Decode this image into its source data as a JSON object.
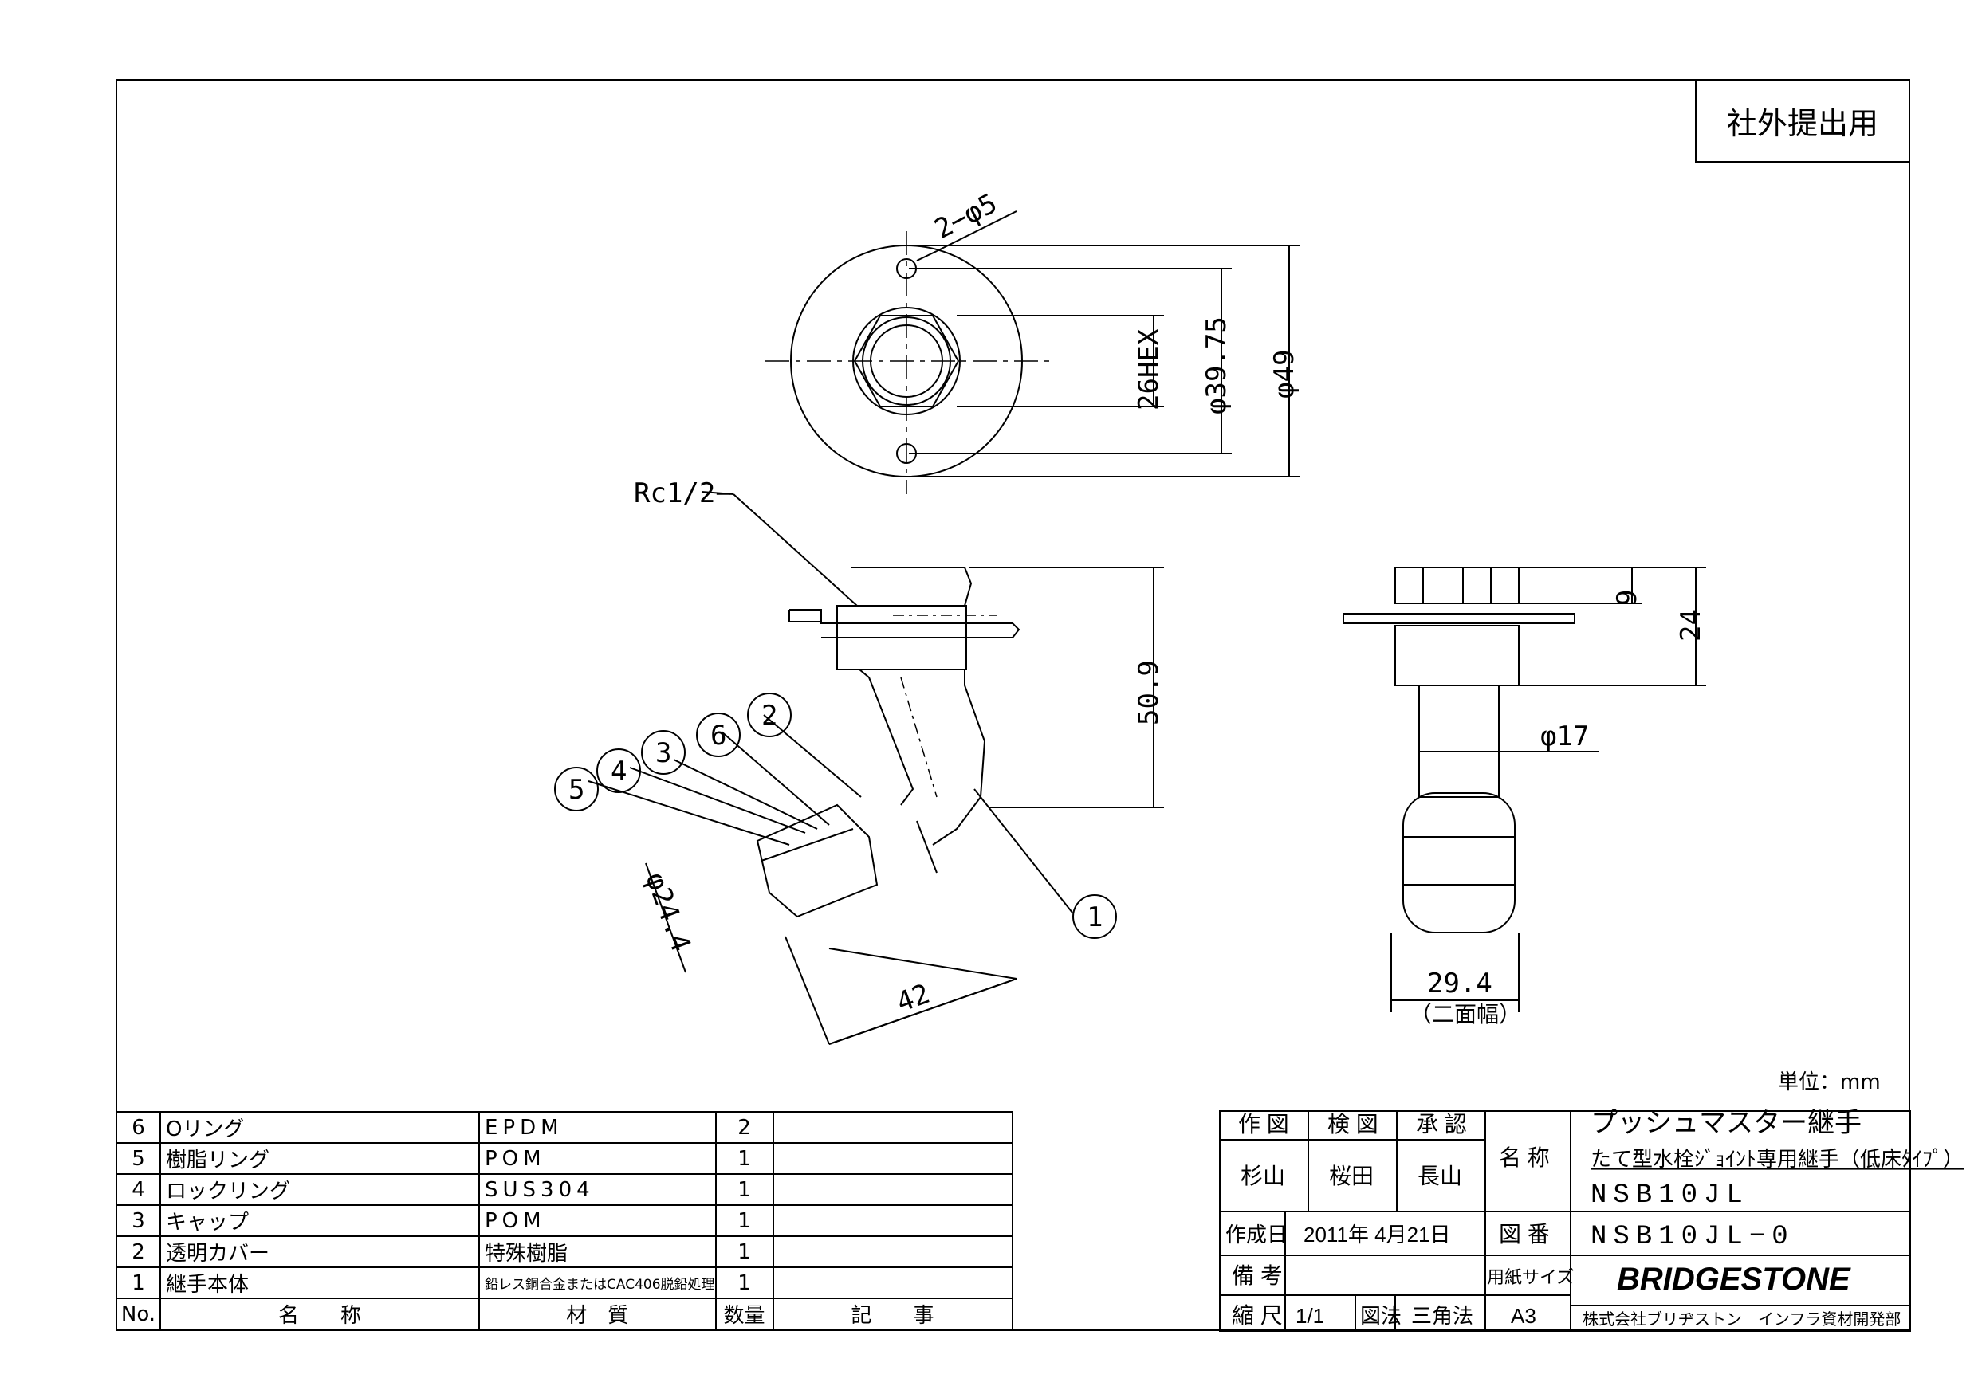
{
  "stamp": "社外提出用",
  "unit": "単位：mm",
  "callouts": {
    "hole": "2−φ5",
    "hex": "26HEX",
    "d3975": "φ39.75",
    "d49": "φ49",
    "rc": "Rc1/2−",
    "h509": "50.9",
    "d244": "φ24.4",
    "w42": "42",
    "h9": "9",
    "h24": "24",
    "d17": "φ17",
    "w294": "29.4",
    "twoface": "（二面幅）"
  },
  "balloons": [
    "1",
    "2",
    "3",
    "4",
    "5",
    "6"
  ],
  "parts": {
    "rows": [
      {
        "no": "6",
        "name": "Oリング",
        "material": "EPDM",
        "qty": "2",
        "note": ""
      },
      {
        "no": "5",
        "name": "樹脂リング",
        "material": "POM",
        "qty": "1",
        "note": ""
      },
      {
        "no": "4",
        "name": "ロックリング",
        "material": "SUS304",
        "qty": "1",
        "note": ""
      },
      {
        "no": "3",
        "name": "キャップ",
        "material": "POM",
        "qty": "1",
        "note": ""
      },
      {
        "no": "2",
        "name": "透明カバー",
        "material": "特殊樹脂",
        "qty": "1",
        "note": ""
      },
      {
        "no": "1",
        "name": "継手本体",
        "material": "鉛レス銅合金またはCAC406脱鉛処理",
        "qty": "1",
        "note": ""
      }
    ],
    "header": {
      "no": "No.",
      "name": "名　　称",
      "material": "材　質",
      "qty": "数量",
      "note": "記　　事"
    }
  },
  "title_block": {
    "drawn": "作 図",
    "checked": "検 図",
    "approved": "承 認",
    "drawn_by": "杉山",
    "checked_by": "桜田",
    "approved_by": "長山",
    "name_label": "名 称",
    "title1": "プッシュマスター継手",
    "title2": "たて型水栓ｼﾞｮｲﾝﾄ専用継手（低床ﾀｲﾌﾟ）",
    "title3": "NSB10JL",
    "date_label": "作成日",
    "date": "2011年 4月21日",
    "dwg_label": "図 番",
    "dwg_no": "NSB10JL−0",
    "remarks_label": "備 考",
    "paper_label": "用紙サイズ",
    "brand": "BRIDGESTONE",
    "scale_label": "縮 尺",
    "scale": "1/1",
    "method_label": "図法",
    "method": "三角法",
    "paper": "A3",
    "company": "株式会社ブリヂストン　インフラ資材開発部"
  }
}
